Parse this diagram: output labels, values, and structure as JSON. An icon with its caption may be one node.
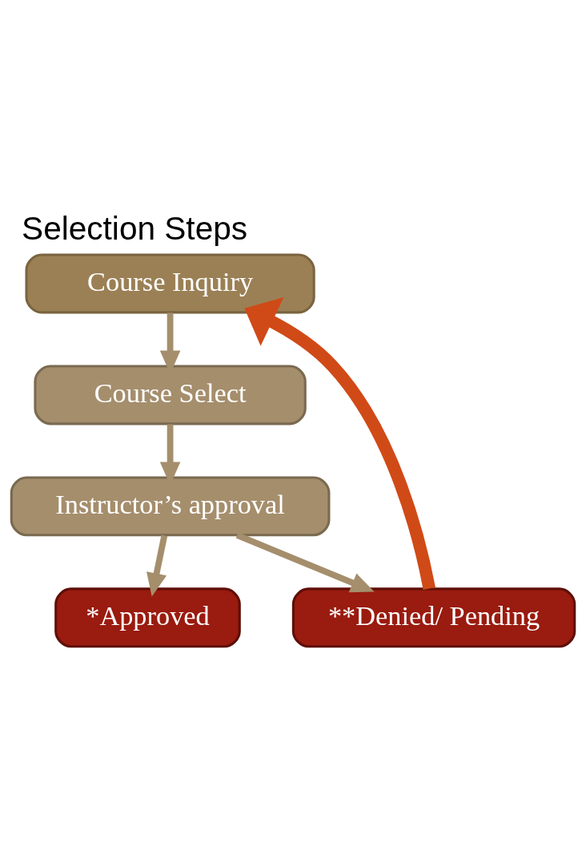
{
  "diagram": {
    "title": "Selection Steps",
    "nodes": [
      {
        "text": [
          "Course Inquiry"
        ]
      },
      {
        "text": [
          "Course Select"
        ]
      },
      {
        "text": [
          "Instructor’s approval"
        ]
      },
      {
        "text": [
          "*Approved"
        ]
      },
      {
        "text": [
          "**Denied/ Pending"
        ]
      }
    ],
    "edges": [
      {
        "from": 0,
        "to": 1,
        "arrow": "to"
      },
      {
        "from": 1,
        "to": 2,
        "arrow": "to"
      },
      {
        "from": 2,
        "to": 3,
        "arrow": "to"
      },
      {
        "from": 2,
        "to": 4,
        "arrow": "to"
      },
      {
        "from": 4,
        "to": 0,
        "arrow": "to",
        "style": "thick",
        "color": "#d04a17"
      }
    ]
  }
}
